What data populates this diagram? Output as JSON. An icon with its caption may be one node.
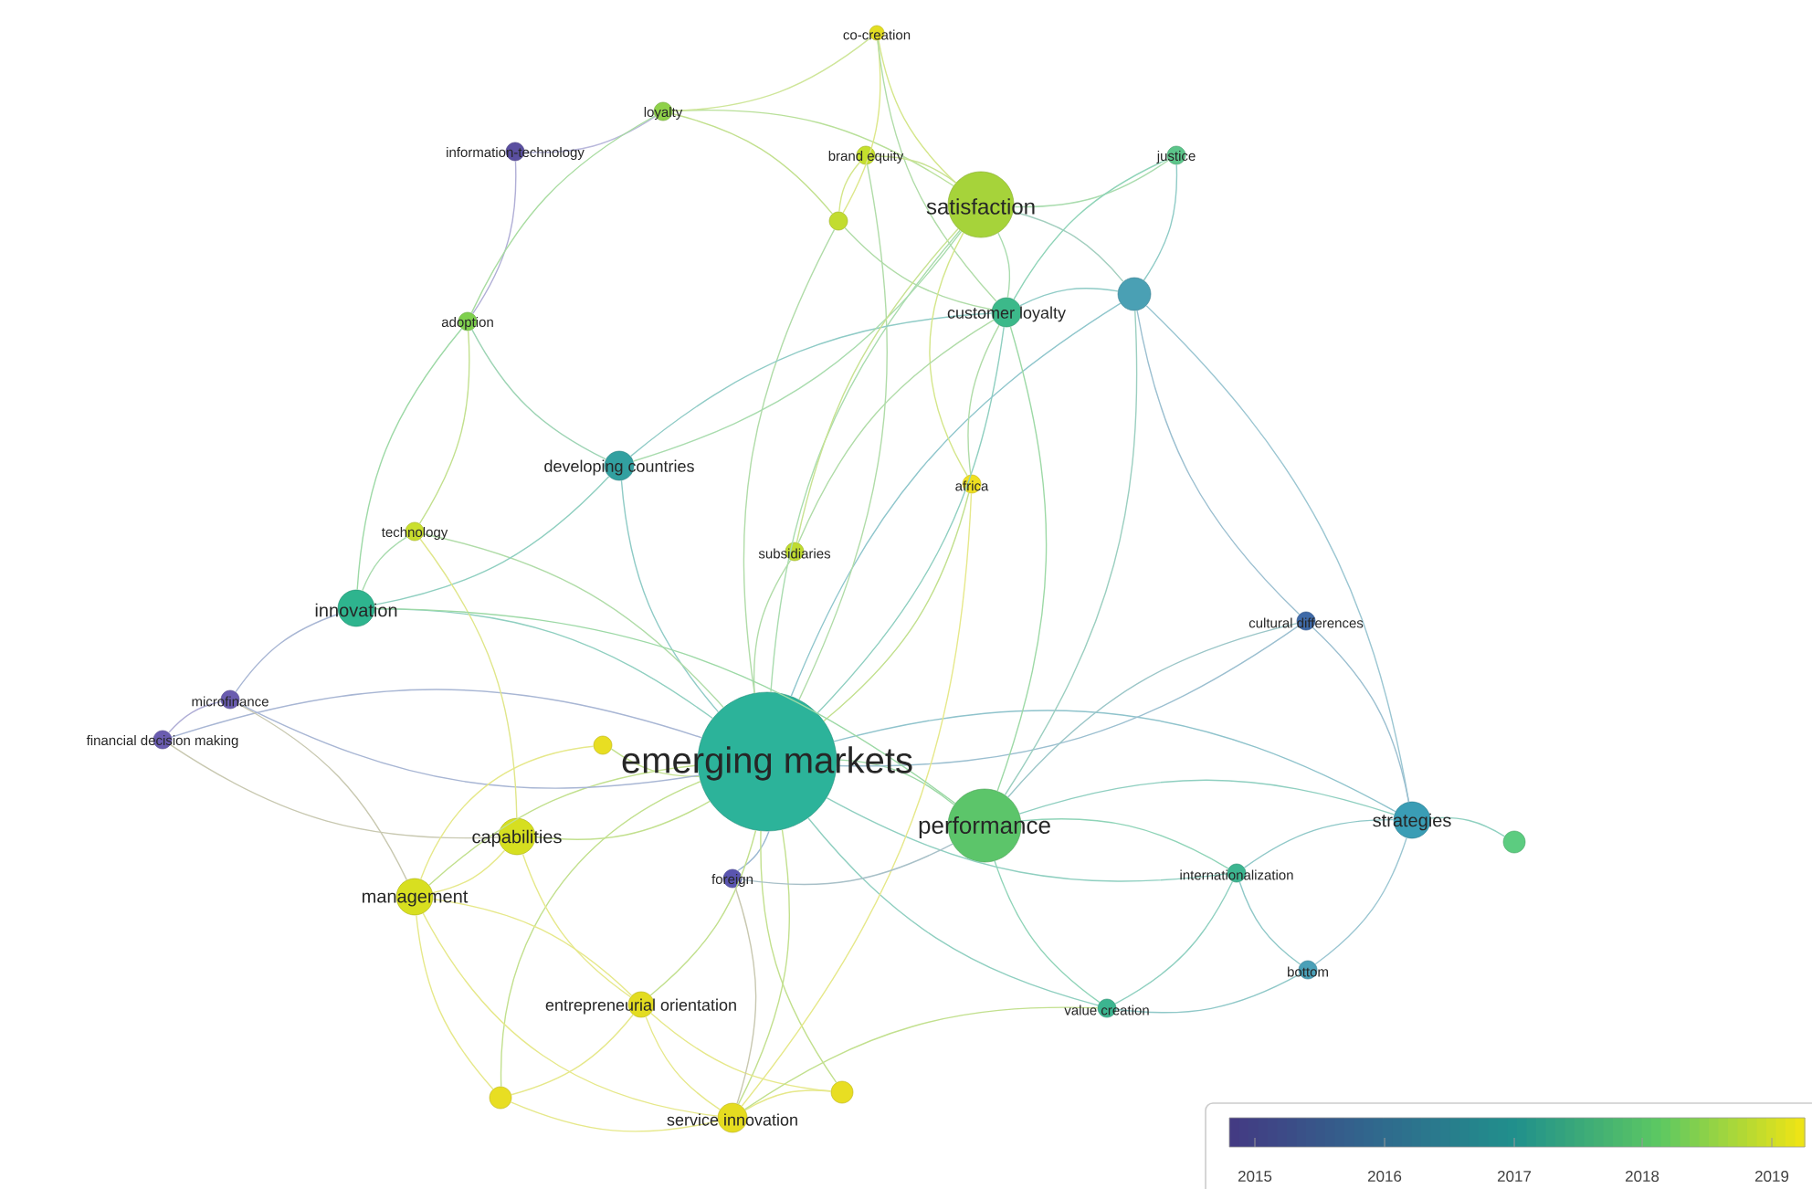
{
  "diagram": {
    "nodes": [
      {
        "text": [
          "co-creation"
        ]
      },
      {
        "text": [
          "loyalty"
        ]
      },
      {
        "text": [
          "information-technology"
        ]
      },
      {
        "text": [
          "brand equity"
        ]
      },
      {
        "text": [
          "satisfaction"
        ]
      },
      {
        "text": [
          "justice"
        ]
      },
      {
        "text": [],
        "shape": "circle"
      },
      {
        "text": [
          "customer loyalty"
        ]
      },
      {
        "text": [],
        "shape": "circle"
      },
      {
        "text": [
          "adoption"
        ]
      },
      {
        "text": [
          "developing countries"
        ]
      },
      {
        "text": [
          "africa"
        ]
      },
      {
        "text": [
          "technology"
        ]
      },
      {
        "text": [
          "subsidiaries"
        ]
      },
      {
        "text": [
          "innovation"
        ]
      },
      {
        "text": [
          "cultural differences"
        ]
      },
      {
        "text": [
          "microfinance"
        ]
      },
      {
        "text": [
          "financial decision making"
        ]
      },
      {
        "text": [],
        "shape": "circle"
      },
      {
        "text": [
          "emerging markets"
        ]
      },
      {
        "text": [
          "performance"
        ]
      },
      {
        "text": [
          "strategies"
        ]
      },
      {
        "text": [],
        "shape": "circle"
      },
      {
        "text": [
          "capabilities"
        ]
      },
      {
        "text": [
          "management"
        ]
      },
      {
        "text": [
          "foreign"
        ]
      },
      {
        "text": [
          "internationalization"
        ]
      },
      {
        "text": [
          "bottom"
        ]
      },
      {
        "text": [
          "entrepreneurial orientation"
        ]
      },
      {
        "text": [
          "value creation"
        ]
      },
      {
        "text": [],
        "shape": "circle"
      },
      {
        "text": [
          "service innovation"
        ]
      },
      {
        "text": [],
        "shape": "circle"
      }
    ],
    "edges": [
      {
        "from": 19,
        "to": 4,
        "arrow": "none",
        "color": "#a9dcae"
      },
      {
        "from": 19,
        "to": 7,
        "arrow": "none",
        "color": "#8fcfc0"
      },
      {
        "from": 19,
        "to": 10,
        "arrow": "none",
        "color": "#8fcbc6"
      },
      {
        "from": 19,
        "to": 11,
        "arrow": "none",
        "color": "#c2e08e"
      },
      {
        "from": 19,
        "to": 13,
        "arrow": "none",
        "color": "#b0dca8"
      },
      {
        "from": 19,
        "to": 14,
        "arrow": "none",
        "color": "#8fcfc0"
      },
      {
        "from": 19,
        "to": 20,
        "arrow": "none",
        "color": "#9dd9a6"
      },
      {
        "from": 19,
        "to": 21,
        "arrow": "none",
        "color": "#8fc3cc"
      },
      {
        "from": 19,
        "to": 23,
        "arrow": "none",
        "color": "#c2e08e"
      },
      {
        "from": 19,
        "to": 24,
        "arrow": "none",
        "color": "#c2e08e"
      },
      {
        "from": 19,
        "to": 25,
        "arrow": "none",
        "color": "#9bb8d2"
      },
      {
        "from": 19,
        "to": 26,
        "arrow": "none",
        "color": "#8fcfc0"
      },
      {
        "from": 19,
        "to": 28,
        "arrow": "none",
        "color": "#c2e08e"
      },
      {
        "from": 19,
        "to": 29,
        "arrow": "none",
        "color": "#8fcfc0"
      },
      {
        "from": 19,
        "to": 31,
        "arrow": "none",
        "color": "#c2e08e"
      },
      {
        "from": 19,
        "to": 32,
        "arrow": "none",
        "color": "#c2e08e"
      },
      {
        "from": 19,
        "to": 30,
        "arrow": "none",
        "color": "#c2e08e"
      },
      {
        "from": 19,
        "to": 15,
        "arrow": "none",
        "color": "#9bbfd0"
      },
      {
        "from": 19,
        "to": 8,
        "arrow": "none",
        "color": "#8fc6cc"
      },
      {
        "from": 19,
        "to": 3,
        "arrow": "none",
        "color": "#b0dca8"
      },
      {
        "from": 19,
        "to": 6,
        "arrow": "none",
        "color": "#b0dca8"
      },
      {
        "from": 19,
        "to": 12,
        "arrow": "none",
        "color": "#b0dca8"
      },
      {
        "from": 19,
        "to": 18,
        "arrow": "none",
        "color": "#c2e08e"
      },
      {
        "from": 19,
        "to": 17,
        "arrow": "none",
        "color": "#a8b6d4"
      },
      {
        "from": 19,
        "to": 16,
        "arrow": "none",
        "color": "#a8b6d4"
      },
      {
        "from": 2,
        "to": 1,
        "arrow": "none",
        "color": "#b9b8dc"
      },
      {
        "from": 2,
        "to": 9,
        "arrow": "none",
        "color": "#b0aed6"
      },
      {
        "from": 1,
        "to": 9,
        "arrow": "none",
        "color": "#a8dca0"
      },
      {
        "from": 1,
        "to": 4,
        "arrow": "none",
        "color": "#b9e09a"
      },
      {
        "from": 1,
        "to": 0,
        "arrow": "none",
        "color": "#cfe69a"
      },
      {
        "from": 1,
        "to": 6,
        "arrow": "none",
        "color": "#c2e08e"
      },
      {
        "from": 0,
        "to": 4,
        "arrow": "none",
        "color": "#d4e68a"
      },
      {
        "from": 0,
        "to": 6,
        "arrow": "none",
        "color": "#dde78a"
      },
      {
        "from": 0,
        "to": 7,
        "arrow": "none",
        "color": "#b0dca8"
      },
      {
        "from": 3,
        "to": 4,
        "arrow": "none",
        "color": "#c8e292"
      },
      {
        "from": 3,
        "to": 6,
        "arrow": "none",
        "color": "#d4e68a"
      },
      {
        "from": 4,
        "to": 7,
        "arrow": "none",
        "color": "#a9dcae"
      },
      {
        "from": 4,
        "to": 5,
        "arrow": "none",
        "color": "#a9dcae"
      },
      {
        "from": 4,
        "to": 8,
        "arrow": "none",
        "color": "#a3cfbf"
      },
      {
        "from": 6,
        "to": 7,
        "arrow": "none",
        "color": "#b0dca8"
      },
      {
        "from": 5,
        "to": 8,
        "arrow": "none",
        "color": "#8fcbc6"
      },
      {
        "from": 5,
        "to": 7,
        "arrow": "none",
        "color": "#8fd4b8"
      },
      {
        "from": 7,
        "to": 8,
        "arrow": "none",
        "color": "#8fcbc6"
      },
      {
        "from": 7,
        "to": 10,
        "arrow": "none",
        "color": "#8fcbc6"
      },
      {
        "from": 8,
        "to": 21,
        "arrow": "none",
        "color": "#9bc6d2"
      },
      {
        "from": 8,
        "to": 15,
        "arrow": "none",
        "color": "#9bbfd0"
      },
      {
        "from": 8,
        "to": 20,
        "arrow": "none",
        "color": "#9bcfc0"
      },
      {
        "from": 9,
        "to": 10,
        "arrow": "none",
        "color": "#9dd4b4"
      },
      {
        "from": 9,
        "to": 12,
        "arrow": "none",
        "color": "#c2e08e"
      },
      {
        "from": 9,
        "to": 14,
        "arrow": "none",
        "color": "#9dd9a6"
      },
      {
        "from": 10,
        "to": 14,
        "arrow": "none",
        "color": "#8fcfc0"
      },
      {
        "from": 10,
        "to": 4,
        "arrow": "none",
        "color": "#a9dcae"
      },
      {
        "from": 11,
        "to": 7,
        "arrow": "none",
        "color": "#b0dca8"
      },
      {
        "from": 11,
        "to": 4,
        "arrow": "none",
        "color": "#d4e68a"
      },
      {
        "from": 11,
        "to": 31,
        "arrow": "none",
        "color": "#e6e88a"
      },
      {
        "from": 12,
        "to": 14,
        "arrow": "none",
        "color": "#a9dcae"
      },
      {
        "from": 12,
        "to": 23,
        "arrow": "none",
        "color": "#e0e68a"
      },
      {
        "from": 14,
        "to": 16,
        "arrow": "none",
        "color": "#a8b6d4"
      },
      {
        "from": 14,
        "to": 20,
        "arrow": "none",
        "color": "#9dd9a6"
      },
      {
        "from": 16,
        "to": 17,
        "arrow": "none",
        "color": "#b0aed6"
      },
      {
        "from": 16,
        "to": 24,
        "arrow": "none",
        "color": "#c8c8b0"
      },
      {
        "from": 17,
        "to": 23,
        "arrow": "none",
        "color": "#c8c8b0"
      },
      {
        "from": 15,
        "to": 21,
        "arrow": "none",
        "color": "#9bbfd0"
      },
      {
        "from": 15,
        "to": 20,
        "arrow": "none",
        "color": "#9bc6c8"
      },
      {
        "from": 21,
        "to": 22,
        "arrow": "none",
        "color": "#8fd0c0"
      },
      {
        "from": 21,
        "to": 26,
        "arrow": "none",
        "color": "#8fc8c8"
      },
      {
        "from": 21,
        "to": 27,
        "arrow": "none",
        "color": "#9bc6d2"
      },
      {
        "from": 21,
        "to": 20,
        "arrow": "none",
        "color": "#8fcfc0"
      },
      {
        "from": 20,
        "to": 26,
        "arrow": "none",
        "color": "#8fd4b8"
      },
      {
        "from": 20,
        "to": 29,
        "arrow": "none",
        "color": "#8fd4b8"
      },
      {
        "from": 26,
        "to": 29,
        "arrow": "none",
        "color": "#8fd0c0"
      },
      {
        "from": 26,
        "to": 27,
        "arrow": "none",
        "color": "#8fc8c8"
      },
      {
        "from": 27,
        "to": 29,
        "arrow": "none",
        "color": "#8fc8c8"
      },
      {
        "from": 20,
        "to": 7,
        "arrow": "none",
        "color": "#9dd9a6"
      },
      {
        "from": 23,
        "to": 24,
        "arrow": "none",
        "color": "#e6e88a"
      },
      {
        "from": 23,
        "to": 28,
        "arrow": "none",
        "color": "#e6e88a"
      },
      {
        "from": 24,
        "to": 28,
        "arrow": "none",
        "color": "#e6e88a"
      },
      {
        "from": 24,
        "to": 30,
        "arrow": "none",
        "color": "#e6e88a"
      },
      {
        "from": 24,
        "to": 31,
        "arrow": "none",
        "color": "#e6e88a"
      },
      {
        "from": 28,
        "to": 31,
        "arrow": "none",
        "color": "#e6e88a"
      },
      {
        "from": 28,
        "to": 30,
        "arrow": "none",
        "color": "#e6e88a"
      },
      {
        "from": 28,
        "to": 32,
        "arrow": "none",
        "color": "#e6e88a"
      },
      {
        "from": 31,
        "to": 32,
        "arrow": "none",
        "color": "#e6e88a"
      },
      {
        "from": 30,
        "to": 31,
        "arrow": "none",
        "color": "#e6e88a"
      },
      {
        "from": 25,
        "to": 31,
        "arrow": "none",
        "color": "#c8c8b0"
      },
      {
        "from": 25,
        "to": 20,
        "arrow": "none",
        "color": "#a8c0c8"
      },
      {
        "from": 13,
        "to": 7,
        "arrow": "none",
        "color": "#b0dca8"
      },
      {
        "from": 13,
        "to": 4,
        "arrow": "none",
        "color": "#c8e292"
      },
      {
        "from": 18,
        "to": 24,
        "arrow": "none",
        "color": "#e6e88a"
      },
      {
        "from": 29,
        "to": 31,
        "arrow": "none",
        "color": "#c2e08e"
      }
    ],
    "labels": [
      "2015",
      "2016",
      "2017",
      "2018",
      "2019"
    ]
  }
}
